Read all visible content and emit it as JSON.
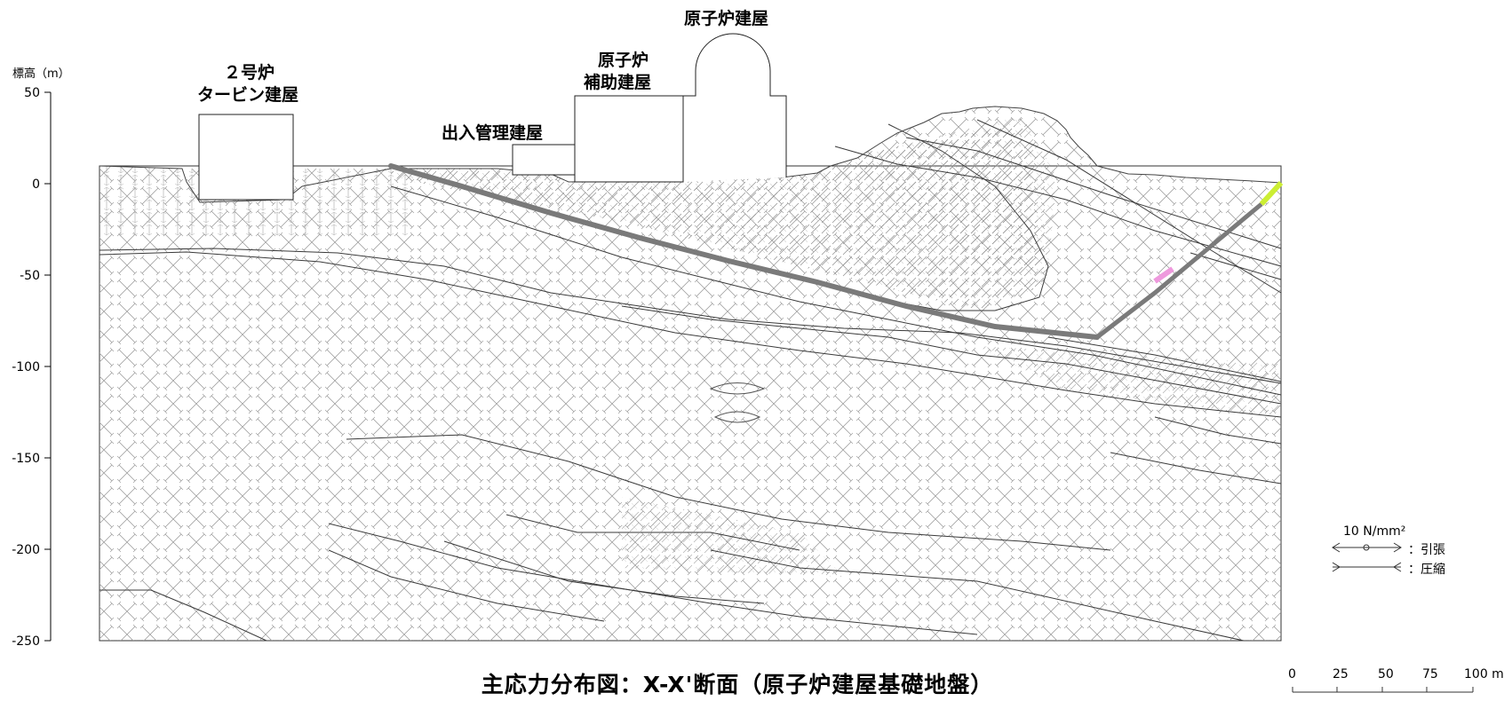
{
  "yaxis": {
    "title": "標高（m）",
    "ticks": [
      50,
      0,
      -50,
      -100,
      -150,
      -200,
      -250
    ]
  },
  "buildings": {
    "reactor": "原子炉建屋",
    "auxiliary_1": "原子炉",
    "auxiliary_2": "補助建屋",
    "access_control": "出入管理建屋",
    "turbine_1": "２号炉",
    "turbine_2": "タービン建屋"
  },
  "legend": {
    "magnitude": "10 N/mm²",
    "tension": "：引張",
    "compression": "：圧縮"
  },
  "scale": {
    "ticks": [
      "0",
      "25",
      "50",
      "75",
      "100 m"
    ]
  },
  "title": "主応力分布図：X-X'断面（原子炉建屋基礎地盤）"
}
